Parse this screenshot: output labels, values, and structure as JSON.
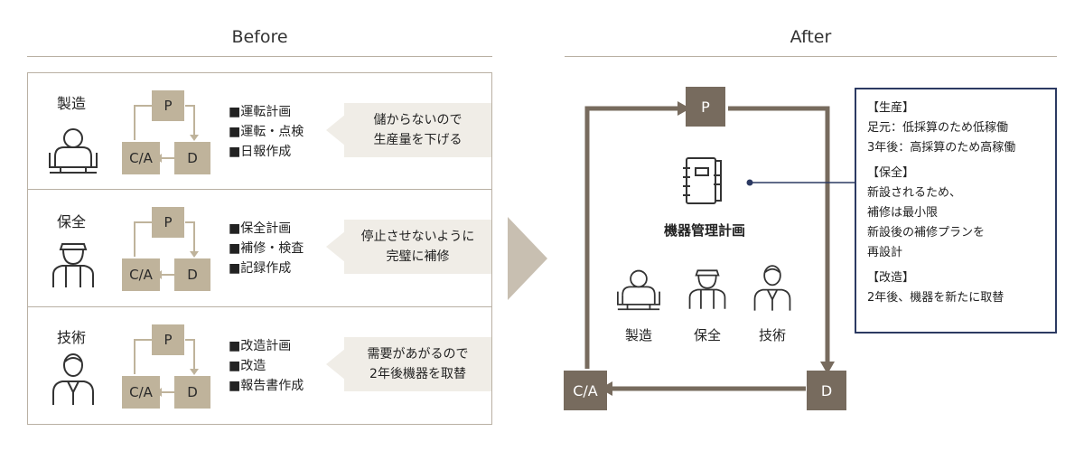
{
  "before": {
    "heading": "Before",
    "rows": [
      {
        "role": "製造",
        "cycle": {
          "p": "P",
          "ca": "C/A",
          "d": "D"
        },
        "tasks": [
          "■運転計画",
          "■運転・点検",
          "■日報作成"
        ],
        "bubble": [
          "儲からないので",
          "生産量を下げる"
        ]
      },
      {
        "role": "保全",
        "cycle": {
          "p": "P",
          "ca": "C/A",
          "d": "D"
        },
        "tasks": [
          "■保全計画",
          "■補修・検査",
          "■記録作成"
        ],
        "bubble": [
          "停止させないように",
          "完璧に補修"
        ]
      },
      {
        "role": "技術",
        "cycle": {
          "p": "P",
          "ca": "C/A",
          "d": "D"
        },
        "tasks": [
          "■改造計画",
          "■改造",
          "■報告書作成"
        ],
        "bubble": [
          "需要があがるので",
          "2年後機器を取替"
        ]
      }
    ]
  },
  "after": {
    "heading": "After",
    "cycle": {
      "p": "P",
      "ca": "C/A",
      "d": "D"
    },
    "center_title": "機器管理計画",
    "roles": [
      "製造",
      "保全",
      "技術"
    ],
    "note": [
      {
        "title": "【生産】",
        "lines": [
          "足元：低採算のため低稼働",
          "3年後：高採算のため高稼働"
        ]
      },
      {
        "title": "【保全】",
        "lines": [
          "新設されるため、",
          "補修は最小限",
          "新設後の補修プランを",
          "再設計"
        ]
      },
      {
        "title": "【改造】",
        "lines": [
          "2年後、機器を新たに取替"
        ]
      }
    ]
  },
  "colors": {
    "box_light": "#bfb39b",
    "box_dark": "#776b5e",
    "bubble": "#f0ede7",
    "note_border": "#2c3a62",
    "arrow": "#c8bfb1"
  }
}
